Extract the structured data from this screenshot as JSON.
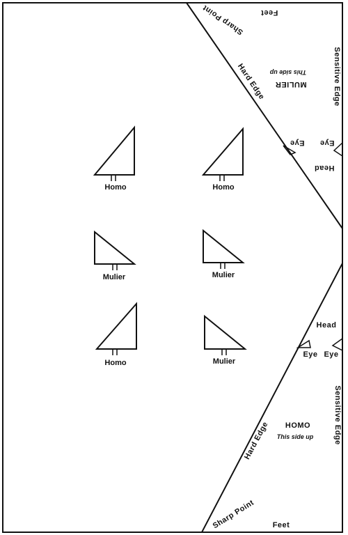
{
  "figures": [
    {
      "label": "Homo"
    },
    {
      "label": "Homo"
    },
    {
      "label": "Mulier"
    },
    {
      "label": "Mulier"
    },
    {
      "label": "Homo"
    },
    {
      "label": "Mulier"
    }
  ],
  "upper_piece": {
    "point_label": "Sharp Point",
    "feet_label": "Feet",
    "hard_edge_label": "Hard Edge",
    "sensitive_edge_label": "Sensitive Edge",
    "title": "MULIER",
    "subtitle": "This side up",
    "eye_left_label": "Eye",
    "eye_right_label": "Eye",
    "head_label": "Head"
  },
  "lower_piece": {
    "head_label": "Head",
    "eye_left_label": "Eye",
    "eye_right_label": "Eye",
    "sensitive_edge_label": "Sensitive Edge",
    "hard_edge_label": "Hard Edge",
    "title": "HOMO",
    "subtitle": "This side up",
    "point_label": "Sharp Point",
    "feet_label": "Feet"
  }
}
